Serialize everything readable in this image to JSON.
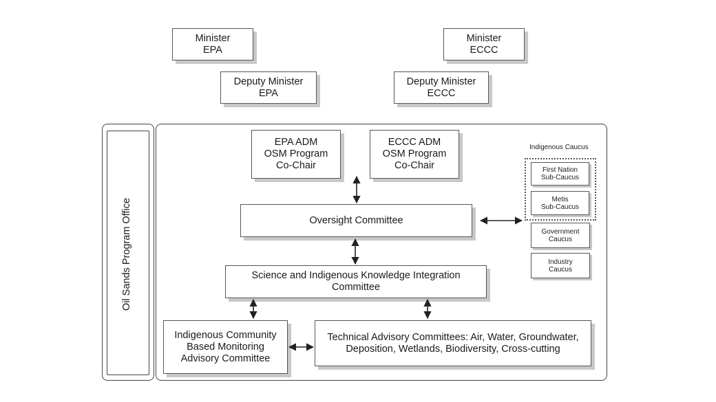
{
  "top": {
    "minister_epa": "Minister\nEPA",
    "minister_eccc": "Minister\nECCC",
    "deputy_epa": "Deputy Minister\nEPA",
    "deputy_eccc": "Deputy Minister\nECCC"
  },
  "office": {
    "label": "Oil Sands Program Office"
  },
  "cochairs": {
    "epa": "EPA ADM\nOSM Program\nCo-Chair",
    "eccc": "ECCC ADM\nOSM Program\nCo-Chair"
  },
  "committees": {
    "oversight": "Oversight Committee",
    "sikic": "Science and Indigenous Knowledge Integration\nCommittee",
    "icbm": "Indigenous Community\nBased Monitoring\nAdvisory Committee",
    "tac": "Technical Advisory Committees: Air, Water, Groundwater,\nDeposition, Wetlands, Biodiversity, Cross-cutting"
  },
  "caucus": {
    "indigenous_title": "Indigenous Caucus",
    "first_nation": "First Nation\nSub-Caucus",
    "metis": "Metis\nSub-Caucus",
    "government": "Government\nCaucus",
    "industry": "Industry\nCaucus"
  }
}
